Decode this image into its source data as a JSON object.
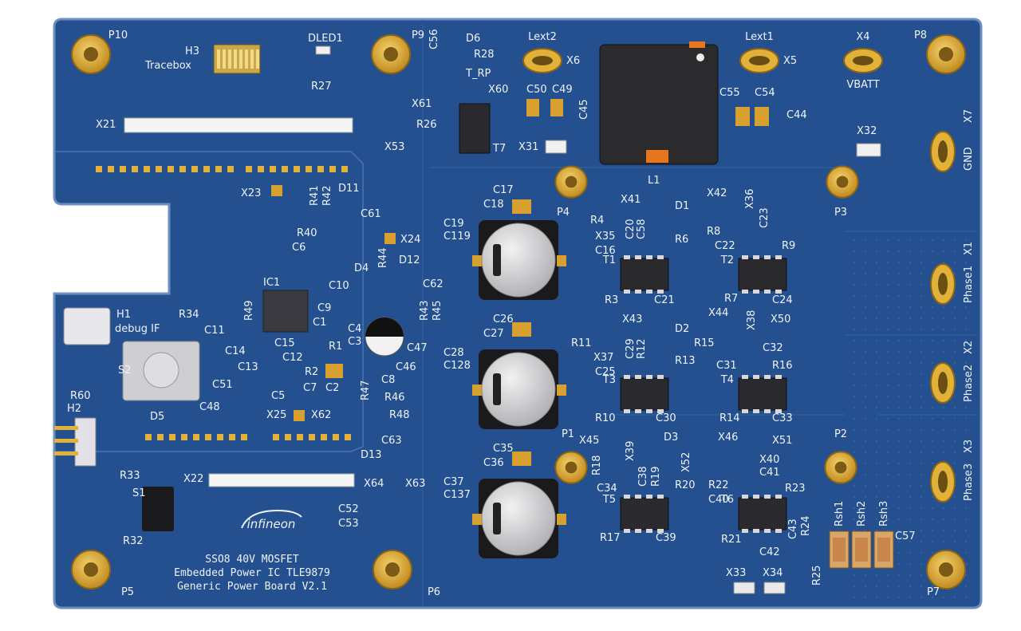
{
  "board": {
    "colors": {
      "pcb": "#25508f",
      "pcb_dark": "#1d4480",
      "edge": "#6d8fbf",
      "gold": "#e2b13a",
      "gold_dark": "#8a6516",
      "silk": "#eef2f8",
      "smd_gold": "#d8a02f",
      "cap_gray": "#c9c9cc",
      "ic_dark": "#2d2d33",
      "inductor": "#2b2b2e",
      "orange": "#e8761e"
    },
    "title_lines": [
      "SSO8 40V MOSFET",
      "Embedded Power IC TLE9879",
      "Generic Power Board V2.1"
    ],
    "logo_text": "infineon",
    "mounting_holes": [
      "P10",
      "P9",
      "P8",
      "P5",
      "P6",
      "P7",
      "P4",
      "P3",
      "P1",
      "P2"
    ],
    "oval_pads": [
      {
        "label": "Lext2",
        "connector": "X6"
      },
      {
        "label": "Lext1",
        "connector": "X5"
      },
      {
        "label": "X4",
        "sublabel": "VBATT"
      }
    ],
    "vertical_pads": [
      {
        "label": "X7",
        "sublabel": "GND"
      },
      {
        "label": "X1",
        "sublabel": "Phase1"
      },
      {
        "label": "X2",
        "sublabel": "Phase2"
      },
      {
        "label": "X3",
        "sublabel": "Phase3"
      }
    ],
    "big_caps": [
      {
        "labels": [
          "C19",
          "C119"
        ],
        "small": [
          "C17",
          "C18"
        ]
      },
      {
        "labels": [
          "C28",
          "C128"
        ],
        "small": [
          "C26",
          "C27"
        ]
      },
      {
        "labels": [
          "C37",
          "C137"
        ],
        "small": [
          "C35",
          "C36"
        ]
      }
    ],
    "mosfets": [
      "T1",
      "T2",
      "T3",
      "T4",
      "T5",
      "T6"
    ],
    "shunts": [
      "Rsh1",
      "Rsh2",
      "Rsh3"
    ],
    "labels": {
      "h3": "H3",
      "tracebox": "Tracebox",
      "dled1": "DLED1",
      "r27": "R27",
      "d6": "D6",
      "c56": "C56",
      "r28": "R28",
      "t_rp": "T_RP",
      "x61": "X61",
      "r26": "R26",
      "x53": "X53",
      "t7": "T7",
      "x21": "X21",
      "x60": "X60",
      "c50": "C50",
      "c49": "C49",
      "c45": "C45",
      "x31": "X31",
      "l1": "L1",
      "c55": "C55",
      "c54": "C54",
      "c44": "C44",
      "x32": "X32",
      "x23": "X23",
      "r41": "R41",
      "r42": "R42",
      "d11": "D11",
      "c61": "C61",
      "r40": "R40",
      "c6": "C6",
      "x24": "X24",
      "d4": "D4",
      "r44": "R44",
      "d12": "D12",
      "c62": "C62",
      "ic1": "IC1",
      "r49": "R49",
      "c10": "C10",
      "c9": "C9",
      "r34": "R34",
      "c11": "C11",
      "c1": "C1",
      "c4": "C4",
      "c3": "C3",
      "c14": "C14",
      "c15": "C15",
      "c12": "C12",
      "c13": "C13",
      "r1": "R1",
      "r43": "R43",
      "r45": "R45",
      "c47": "C47",
      "r2": "R2",
      "c2": "C2",
      "c7": "C7",
      "c8": "C8",
      "c46": "C46",
      "c51": "C51",
      "c5": "C5",
      "r47": "R47",
      "r46": "R46",
      "h1": "H1",
      "debug_if": "debug IF",
      "s2": "S2",
      "r60": "R60",
      "x25": "X25",
      "x62": "X62",
      "r48": "R48",
      "d5": "D5",
      "c48": "C48",
      "c63": "C63",
      "h2": "H2",
      "d13": "D13",
      "r33": "R33",
      "s1": "S1",
      "x22": "X22",
      "x64": "X64",
      "x63": "X63",
      "c52": "C52",
      "c53": "C53",
      "r32": "R32",
      "x41": "X41",
      "r4": "R4",
      "c20": "C20",
      "c58": "C58",
      "d1": "D1",
      "x35": "X35",
      "c16": "C16",
      "r6": "R6",
      "x42": "X42",
      "x36": "X36",
      "c23": "C23",
      "r8": "R8",
      "c22": "C22",
      "r9": "R9",
      "r3": "R3",
      "c21": "C21",
      "r7": "R7",
      "c24": "C24",
      "x43": "X43",
      "r11": "R11",
      "c29": "C29",
      "r12": "R12",
      "d2": "D2",
      "x37": "X37",
      "c25": "C25",
      "r13": "R13",
      "x44": "X44",
      "x38": "X38",
      "x50": "X50",
      "r15": "R15",
      "c32": "C32",
      "c31": "C31",
      "r16": "R16",
      "r10": "R10",
      "c30": "C30",
      "r14": "R14",
      "c33": "C33",
      "x45": "X45",
      "r18": "R18",
      "x39": "X39",
      "c38": "C38",
      "r19": "R19",
      "d3": "D3",
      "x52": "X52",
      "x46": "X46",
      "x51": "X51",
      "x40": "X40",
      "c41": "C41",
      "c34": "C34",
      "r20": "R20",
      "r22": "R22",
      "r23": "R23",
      "c40": "C40",
      "c43": "C43",
      "r24": "R24",
      "r17": "R17",
      "c39": "C39",
      "r21": "R21",
      "c42": "C42",
      "r25": "R25",
      "c57": "C57",
      "x33": "X33",
      "x34": "X34"
    }
  }
}
